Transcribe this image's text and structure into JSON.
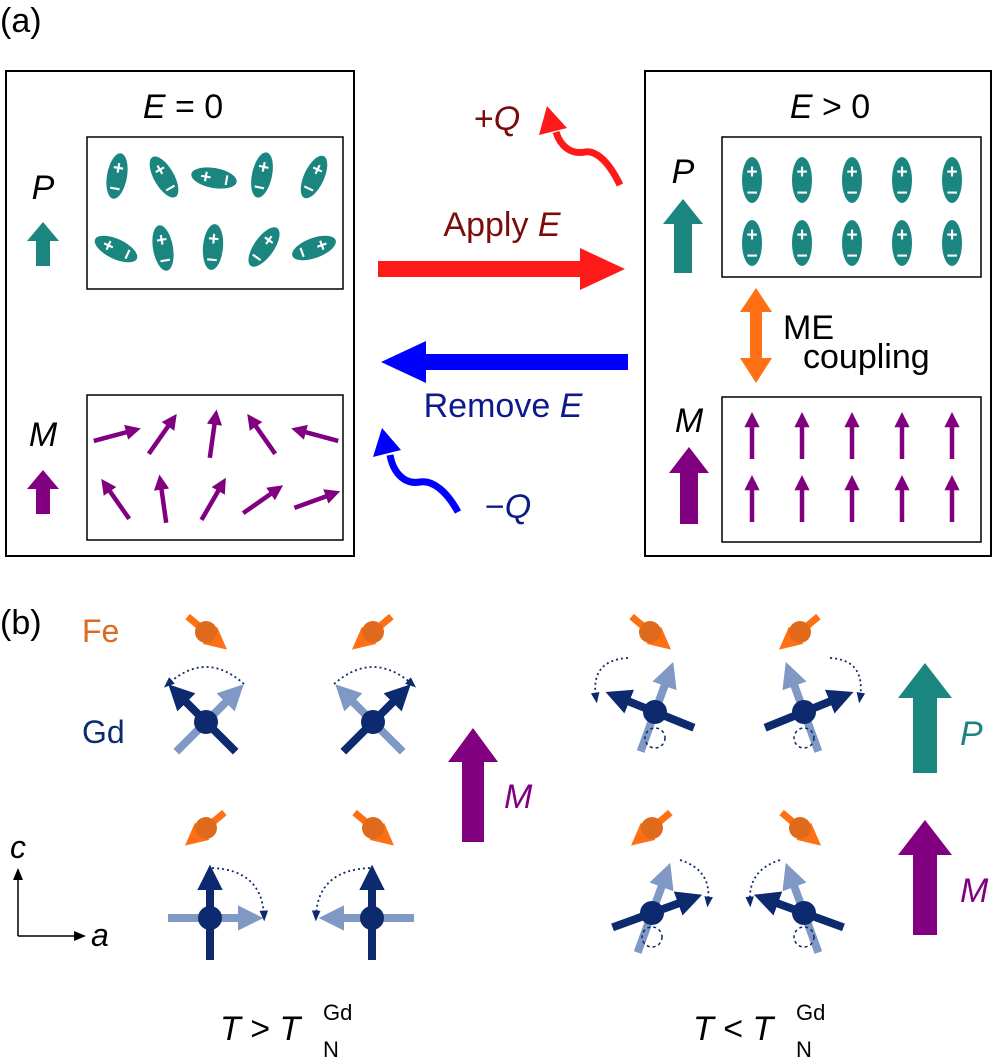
{
  "panel_a": {
    "label": "(a)",
    "left_title": {
      "var": "E",
      "rest": " = 0"
    },
    "right_title": {
      "var": "E",
      "rest": " > 0"
    },
    "p_label": "P",
    "m_label": "M",
    "apply": {
      "text": "Apply ",
      "var": "E"
    },
    "remove": {
      "text": "Remove ",
      "var": "E"
    },
    "plus_q": {
      "sign": "+",
      "var": "Q"
    },
    "minus_q": {
      "sign": "−",
      "var": "Q"
    },
    "me_line1": "ME",
    "me_line2": "coupling",
    "dipole_plus": "+",
    "dipole_minus": "−"
  },
  "panel_b": {
    "label": "(b)",
    "fe_label": "Fe",
    "gd_label": "Gd",
    "m_label": "M",
    "p_label": "P",
    "axis_c": "c",
    "axis_a": "a",
    "left_condition": {
      "var": "T",
      "op": " > ",
      "sym": "T",
      "sub": "N",
      "sup": "Gd"
    },
    "right_condition": {
      "var": "T",
      "op": " < ",
      "sym": "T",
      "sub": "N",
      "sup": "Gd"
    }
  },
  "colors": {
    "teal": "#1b8580",
    "purple": "#800080",
    "red": "#ff1a1a",
    "blue": "#0000ff",
    "orange": "#ff7014",
    "fe_orange": "#e06a1c",
    "navy": "#0d2a6e",
    "light_navy": "#7f98c4",
    "dark_red": "#7a0c0c",
    "dark_blue": "#0c1a8a"
  }
}
